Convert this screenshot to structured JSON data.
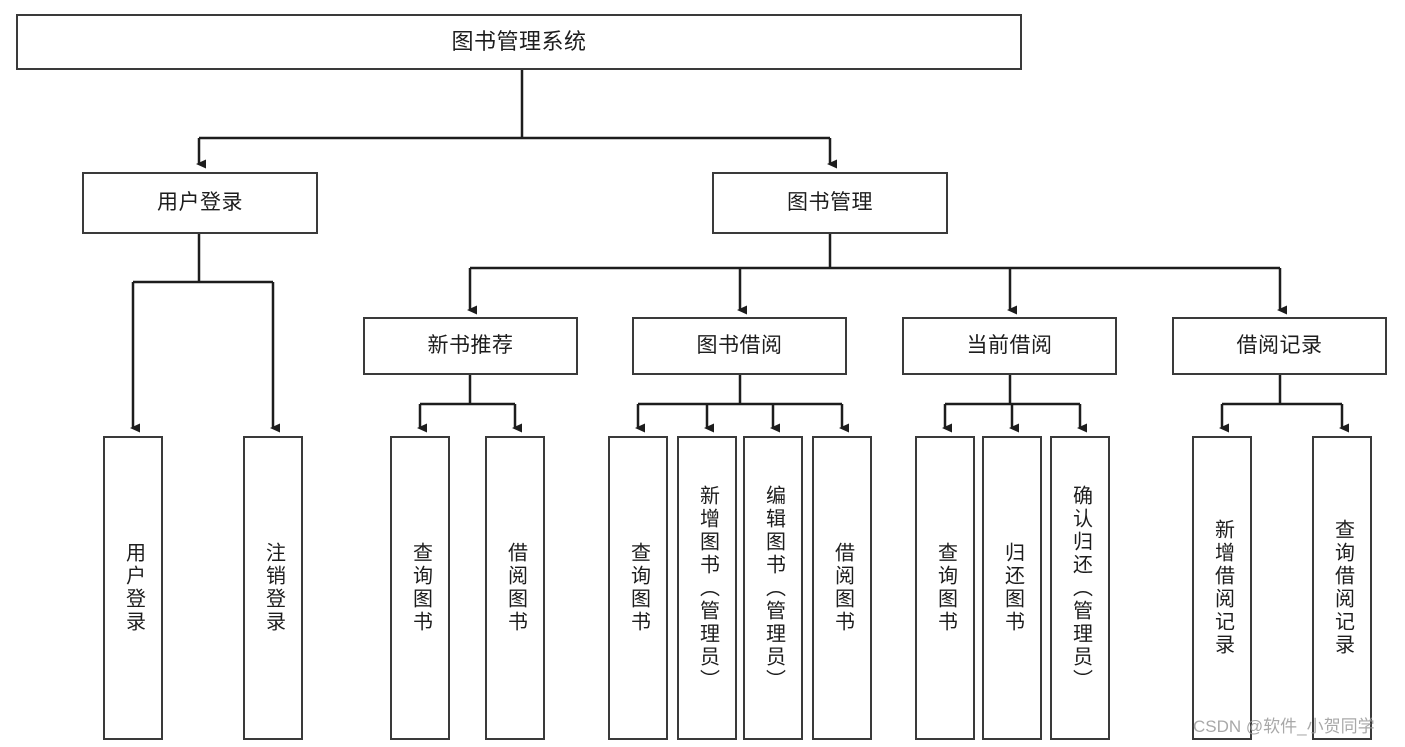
{
  "diagram": {
    "type": "tree-hierarchy-functional-decomposition",
    "title": "图书管理系统",
    "watermark": "CSDN @软件_小贺同学",
    "colors": {
      "box_border": "#3a3a3a",
      "box_fill": "#ffffff",
      "connector": "#1d1d1d",
      "text": "#1d1d1d",
      "watermark": "#9a9a9a"
    },
    "nodes": {
      "root": {
        "label": "图书管理系统"
      },
      "level1": [
        {
          "label": "用户登录"
        },
        {
          "label": "图书管理"
        }
      ],
      "level2": [
        {
          "label": "新书推荐"
        },
        {
          "label": "图书借阅"
        },
        {
          "label": "当前借阅"
        },
        {
          "label": "借阅记录"
        }
      ],
      "leaves": {
        "user_login": [
          {
            "label": "用户登录"
          },
          {
            "label": "注销登录"
          }
        ],
        "new_book": [
          {
            "label": "查询图书"
          },
          {
            "label": "借阅图书"
          }
        ],
        "borrow_book": [
          {
            "label": "查询图书"
          },
          {
            "label": "新增图书（管理员）"
          },
          {
            "label": "编辑图书（管理员）"
          },
          {
            "label": "借阅图书"
          }
        ],
        "current_borrow": [
          {
            "label": "查询图书"
          },
          {
            "label": "归还图书"
          },
          {
            "label": "确认归还（管理员）"
          }
        ],
        "borrow_record": [
          {
            "label": "新增借阅记录"
          },
          {
            "label": "查询借阅记录"
          }
        ]
      }
    }
  }
}
